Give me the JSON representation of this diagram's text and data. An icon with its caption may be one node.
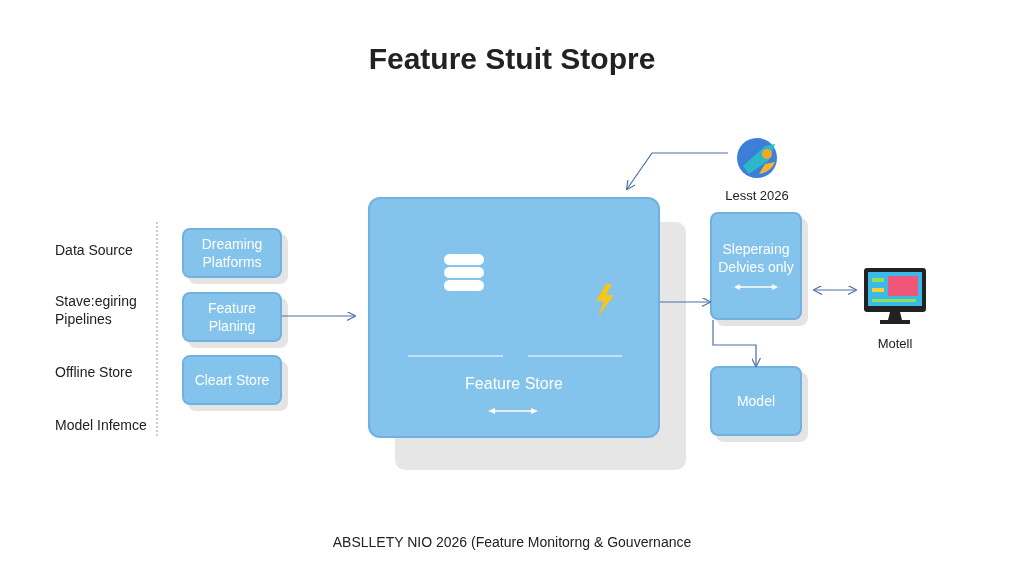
{
  "diagram": {
    "title": "Feature Stuit Stopre",
    "caption": "ABSLLETY NIO 2026 (Feature Monitorng & Gouvernance",
    "nodes": [
      {
        "text": [
          "Dreaming Platforms"
        ]
      },
      {
        "text": [
          "Feature Planing"
        ]
      },
      {
        "text": [
          "Cleart Store"
        ]
      },
      {
        "text": [
          "Feature Store"
        ]
      },
      {
        "text": [
          "Lesst 2026"
        ]
      },
      {
        "text": [
          "Sleperaing Delvies only"
        ]
      },
      {
        "text": [
          "Model"
        ]
      },
      {
        "text": [
          "Motell"
        ]
      }
    ],
    "edges": [
      {
        "from": 1,
        "to": 3,
        "arrow": "to"
      },
      {
        "from": 4,
        "to": 3,
        "arrow": "to"
      },
      {
        "from": 3,
        "to": 5,
        "arrow": "to"
      },
      {
        "from": 5,
        "to": 7,
        "arrow": "both"
      },
      {
        "from": 5,
        "to": 6,
        "arrow": "to"
      }
    ],
    "labels": [
      "Data Source",
      "Stave:egiring Pipelines",
      "Offline Store",
      "Model Infemce"
    ]
  }
}
